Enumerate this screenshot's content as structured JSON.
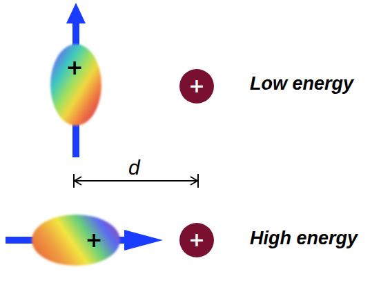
{
  "diagram": {
    "nodes": [
      {
        "text": [
          "+"
        ]
      },
      {
        "text": [
          "+"
        ]
      },
      {
        "text": [
          "+"
        ]
      },
      {
        "text": [
          "+"
        ]
      }
    ],
    "labels": [
      "Low energy",
      "d",
      "High energy"
    ]
  }
}
